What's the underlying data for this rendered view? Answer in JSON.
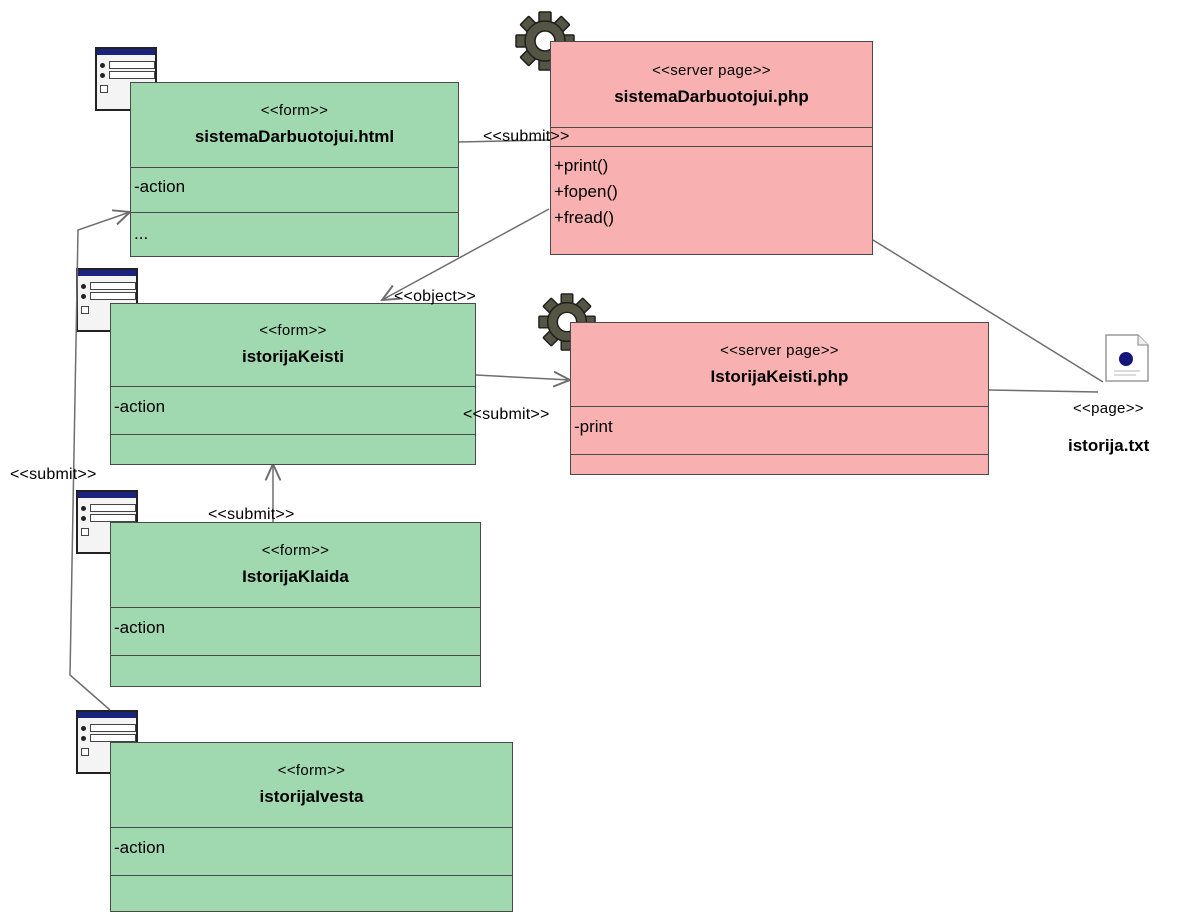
{
  "classes": {
    "sistemaDarbuotojuiHtml": {
      "stereotype": "<<form>>",
      "name": "sistemaDarbuotojui.html",
      "attributes": [
        "-action"
      ],
      "operations": [
        "..."
      ]
    },
    "sistemaDarbuotojuiPhp": {
      "stereotype": "<<server page>>",
      "name": "sistemaDarbuotojui.php",
      "attributes": [],
      "operations": [
        "+print()",
        "+fopen()",
        "+fread()"
      ]
    },
    "istorijaKeisti": {
      "stereotype": "<<form>>",
      "name": "istorijaKeisti",
      "attributes": [
        "-action"
      ],
      "operations": []
    },
    "istorijaKeistiPhp": {
      "stereotype": "<<server page>>",
      "name": "IstorijaKeisti.php",
      "attributes": [
        "-print"
      ],
      "operations": []
    },
    "istorijaKlaida": {
      "stereotype": "<<form>>",
      "name": "IstorijaKlaida",
      "attributes": [
        "-action"
      ],
      "operations": []
    },
    "istorijaIvesta": {
      "stereotype": "<<form>>",
      "name": "istorijaIvesta",
      "attributes": [
        "-action"
      ],
      "operations": []
    }
  },
  "file": {
    "stereotype": "<<page>>",
    "name": "istorija.txt"
  },
  "connectors": {
    "submit_html_php": "<<submit>>",
    "object": "<<object>>",
    "submit_keisti_php": "<<submit>>",
    "submit_klaida": "<<submit>>",
    "submit_ivesta": "<<submit>>"
  },
  "colors": {
    "form_fill": "#a0d8b0",
    "server_page_fill": "#f8b0b0",
    "border": "#4a4a4a",
    "connector": "#6e6e6e"
  },
  "icons": [
    "form-icon",
    "gear-icon",
    "document-icon"
  ]
}
